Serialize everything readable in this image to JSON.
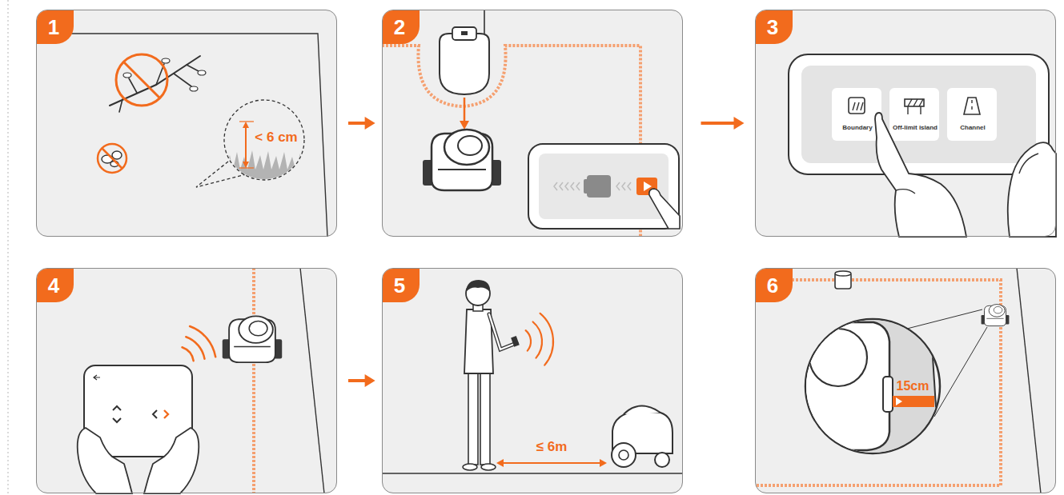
{
  "diagram": {
    "nodes": [
      {
        "text": [
          "1"
        ]
      },
      {
        "text": [
          "2"
        ]
      },
      {
        "text": [
          "3"
        ]
      },
      {
        "text": [
          "Boundary"
        ],
        "in": 2
      },
      {
        "text": [
          "Off-limit island"
        ],
        "in": 2
      },
      {
        "text": [
          "Channel"
        ],
        "in": 2
      },
      {
        "text": [
          "4"
        ]
      },
      {
        "text": [
          "5"
        ]
      },
      {
        "text": [
          "6"
        ]
      }
    ],
    "edges": [
      {
        "from": 0,
        "to": 1,
        "arrow": "to"
      },
      {
        "from": 1,
        "to": 2,
        "arrow": "to"
      },
      {
        "from": 6,
        "to": 7,
        "arrow": "to"
      }
    ],
    "labels": [
      "< 6 cm",
      "≤ 6m",
      "15cm"
    ]
  }
}
